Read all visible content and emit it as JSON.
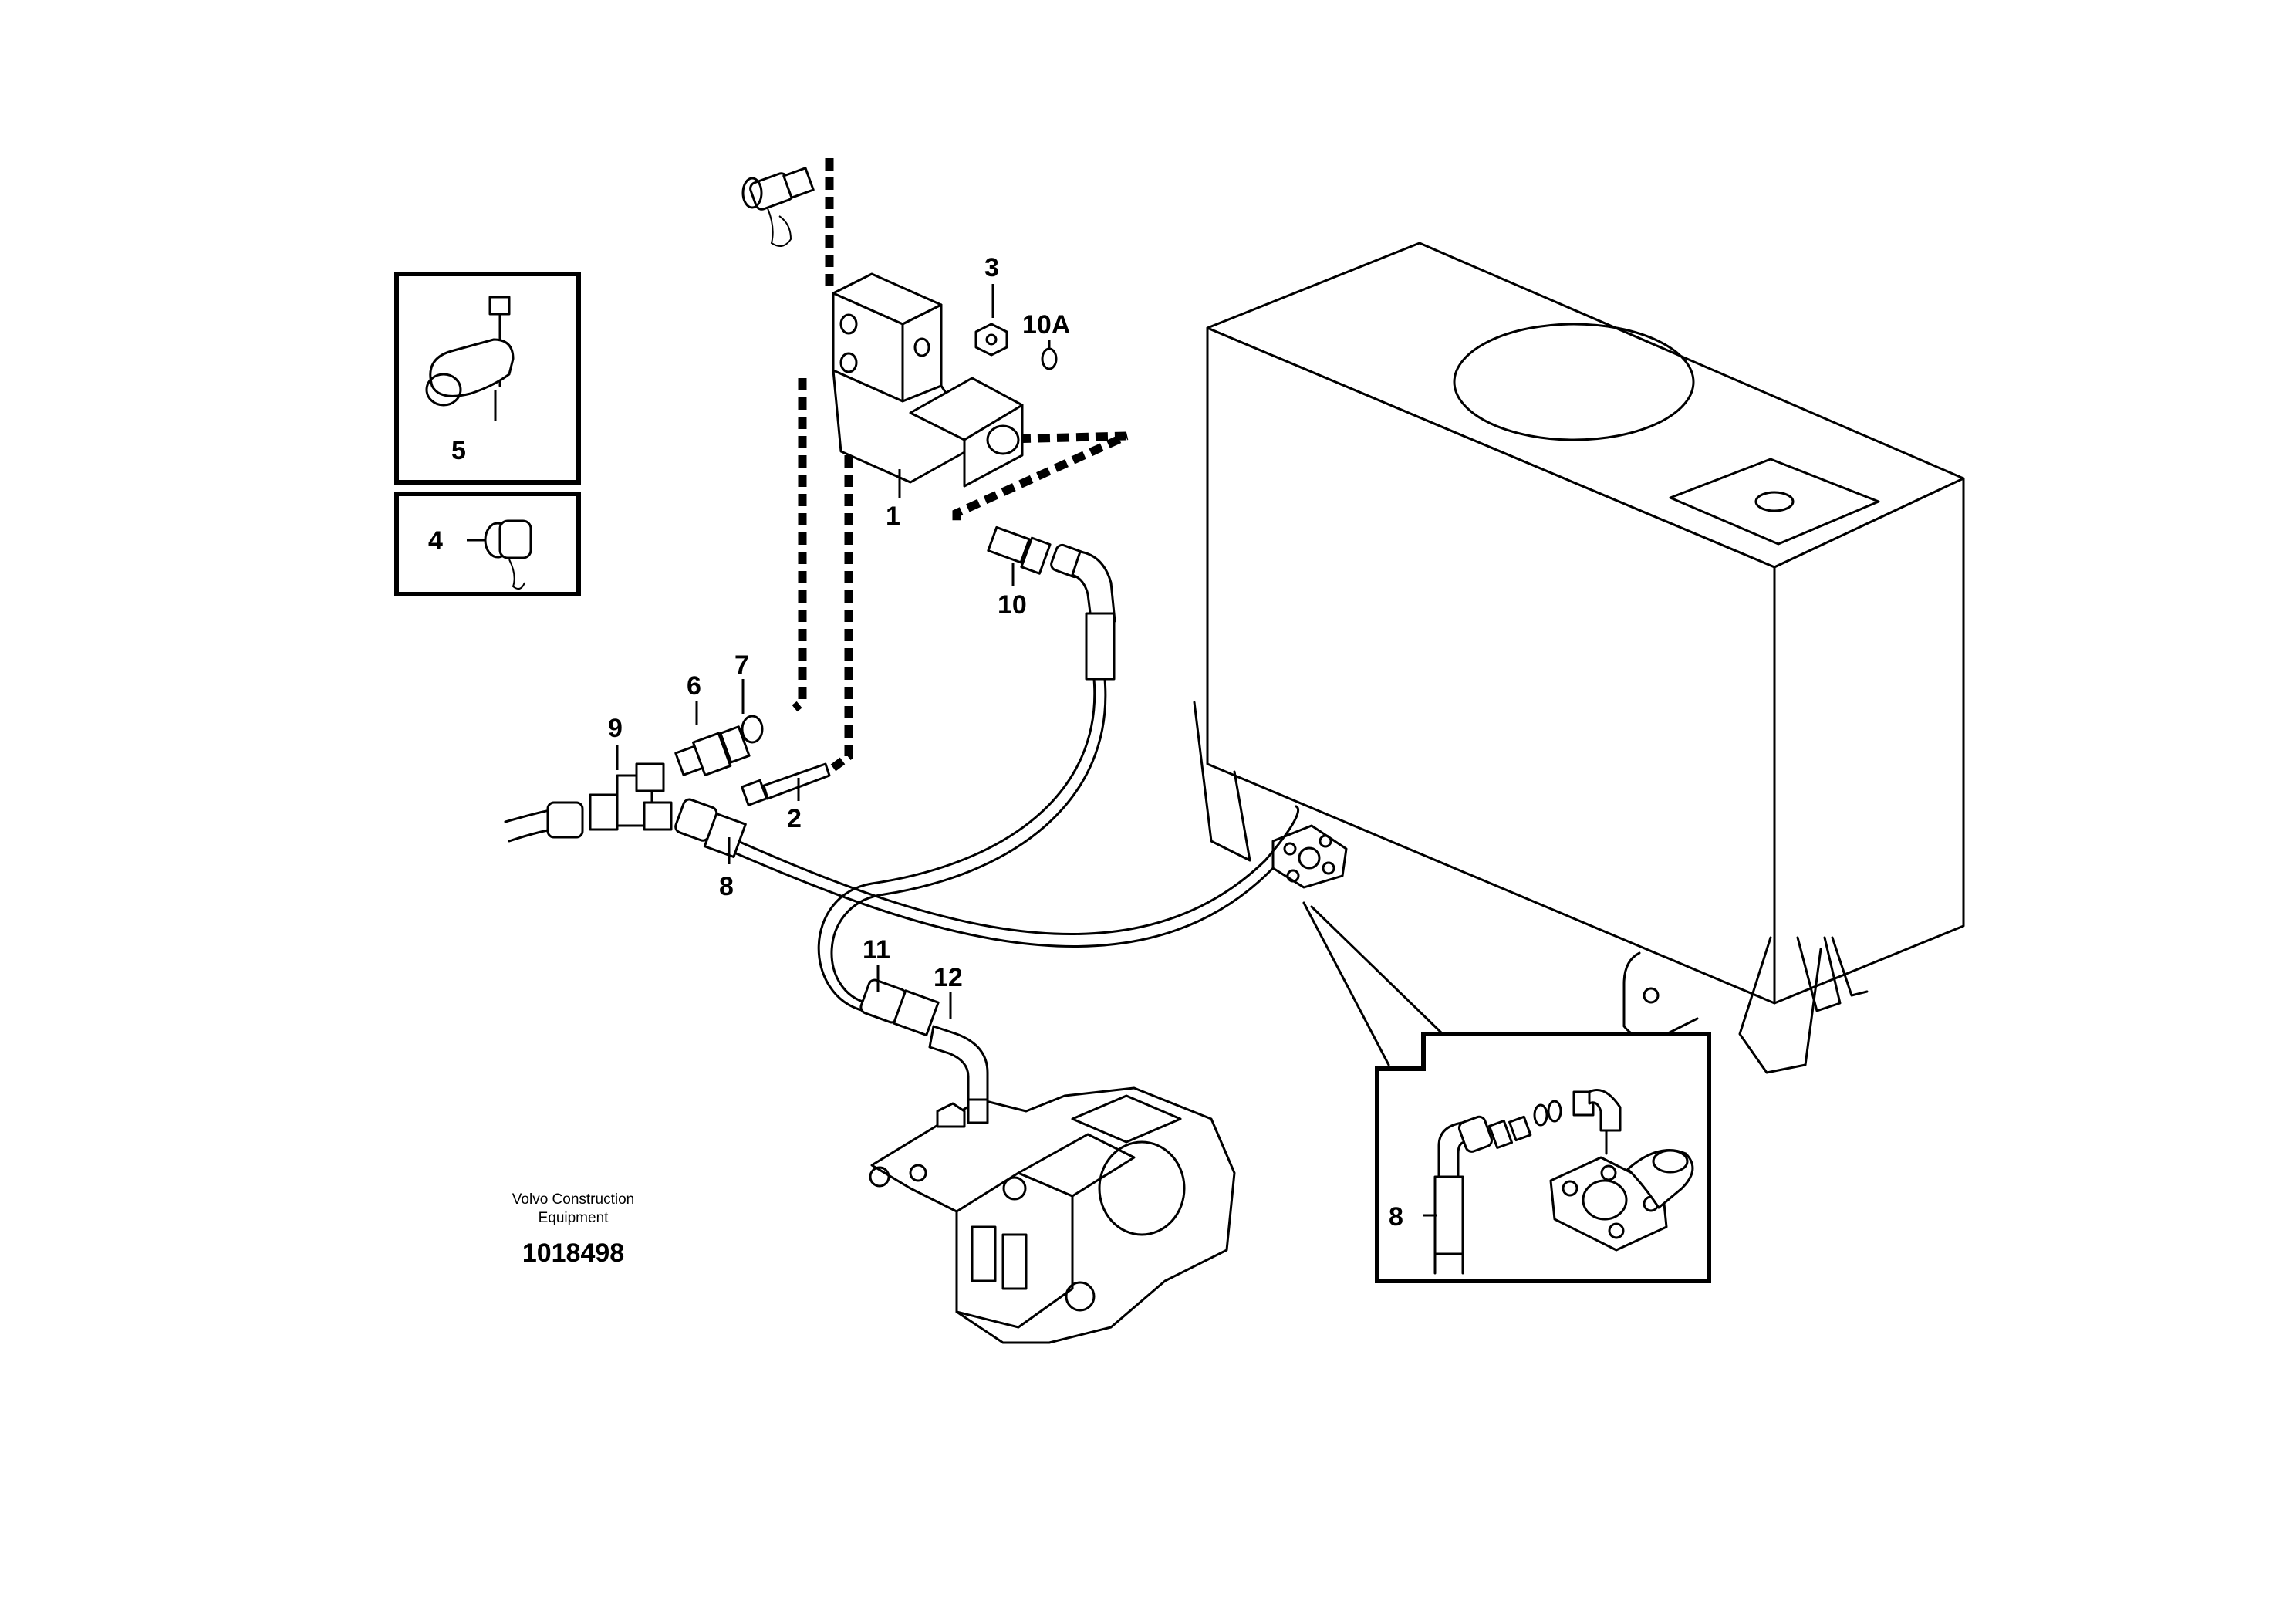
{
  "title_block": {
    "maker_line1": "Volvo Construction",
    "maker_line2": "Equipment",
    "doc_number": "1018498"
  },
  "callouts": {
    "c1": "1",
    "c2": "2",
    "c3": "3",
    "c4": "4",
    "c5": "5",
    "c6": "6",
    "c7": "7",
    "c8": "8",
    "c8_detail": "8",
    "c9": "9",
    "c10": "10",
    "c10A": "10A",
    "c11": "11",
    "c12": "12"
  }
}
